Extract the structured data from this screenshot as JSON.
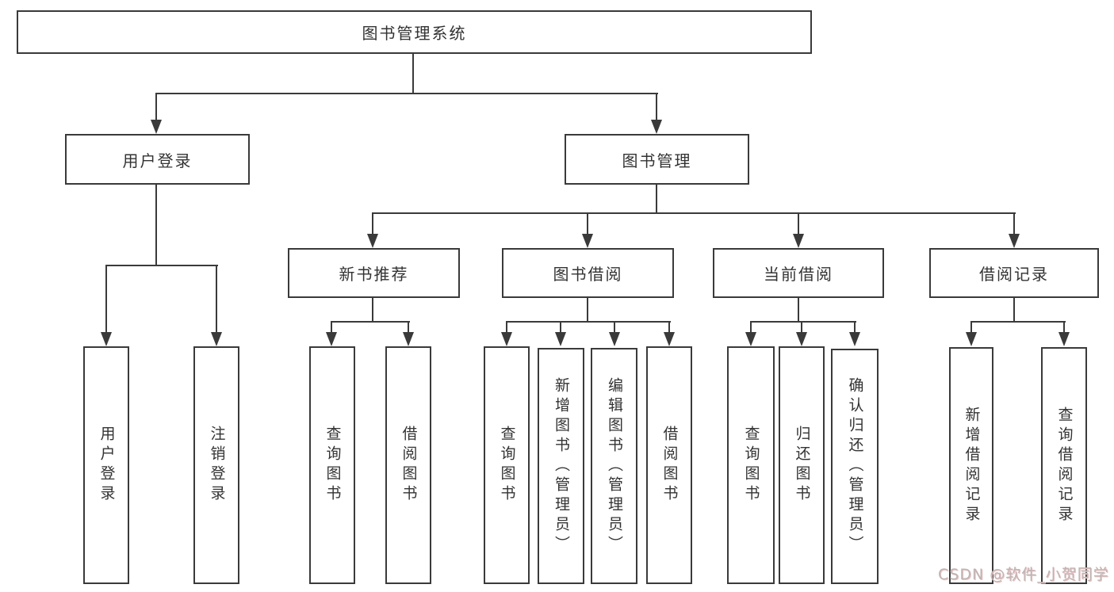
{
  "nodes": {
    "root": "图书管理系统",
    "user_login": "用户登录",
    "book_mgmt": "图书管理",
    "new_books": "新书推荐",
    "book_borrow": "图书借阅",
    "current_borrow": "当前借阅",
    "borrow_records": "借阅记录"
  },
  "leaves": {
    "user_login": [
      "用户登录",
      "注销登录"
    ],
    "new_books": [
      "查询图书",
      "借阅图书"
    ],
    "book_borrow": [
      "查询图书",
      "新增图书（管理员）",
      "编辑图书（管理员）",
      "借阅图书"
    ],
    "current_borrow": [
      "查询图书",
      "归还图书",
      "确认归还（管理员）"
    ],
    "borrow_records": [
      "新增借阅记录",
      "查询借阅记录"
    ]
  },
  "watermark": "CSDN @软件_小贺同学",
  "colors": {
    "line": "#3a3a3a",
    "text": "#333333",
    "background": "#ffffff",
    "watermark": "#c2b3b3"
  }
}
